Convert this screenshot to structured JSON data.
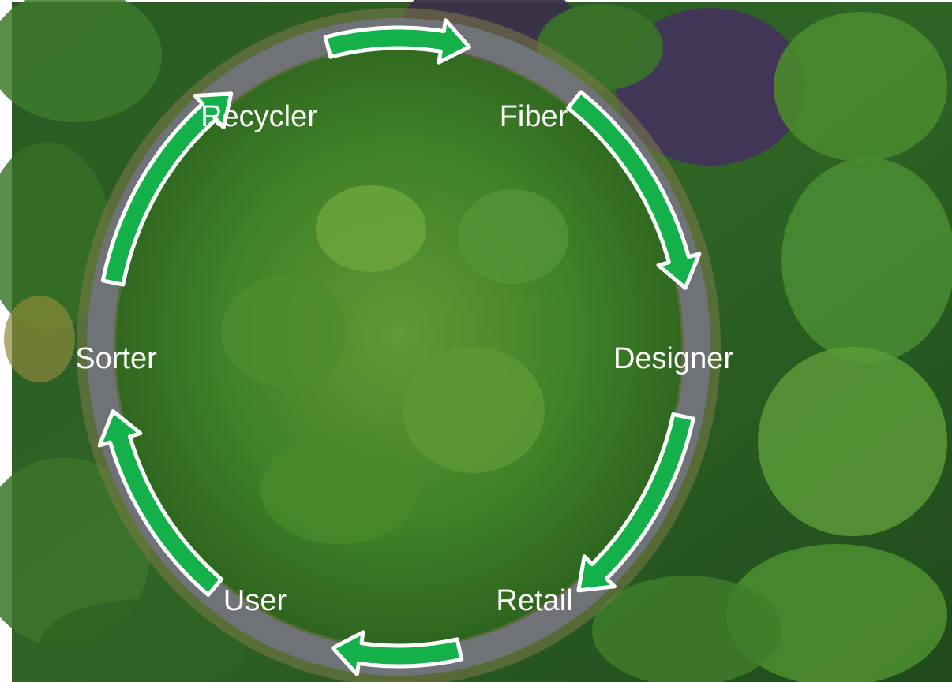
{
  "diagram": {
    "nodes": [
      {
        "id": "recycler",
        "label": "Recycler"
      },
      {
        "id": "fiber",
        "label": "Fiber"
      },
      {
        "id": "designer",
        "label": "Designer"
      },
      {
        "id": "retail",
        "label": "Retail"
      },
      {
        "id": "user",
        "label": "User"
      },
      {
        "id": "sorter",
        "label": "Sorter"
      }
    ],
    "edges": [
      {
        "from": "recycler",
        "to": "fiber"
      },
      {
        "from": "fiber",
        "to": "designer"
      },
      {
        "from": "designer",
        "to": "retail"
      },
      {
        "from": "retail",
        "to": "user"
      },
      {
        "from": "user",
        "to": "sorter"
      },
      {
        "from": "sorter",
        "to": "recycler"
      }
    ]
  },
  "colors": {
    "arrow_fill": "#14b04a",
    "arrow_stroke": "#ffffff",
    "label_text": "#ffffff",
    "road": "#6f7276",
    "forest_dark": "#1f4a1c",
    "forest_mid": "#3f7a2a",
    "forest_light": "#6fa83c",
    "purple_trees": "#3b3048"
  }
}
